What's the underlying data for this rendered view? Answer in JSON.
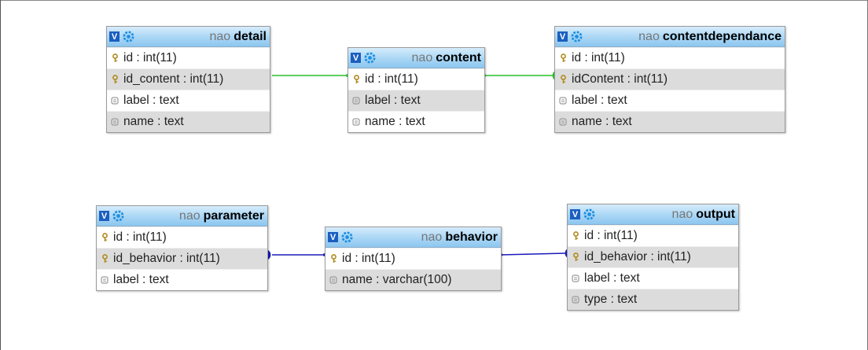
{
  "tables": [
    {
      "key": "detail",
      "db": "nao",
      "name": "detail",
      "columns": [
        {
          "text": "id : int(11)",
          "type": "key"
        },
        {
          "text": "id_content : int(11)",
          "type": "key"
        },
        {
          "text": "label : text",
          "type": "field"
        },
        {
          "text": "name : text",
          "type": "field"
        }
      ]
    },
    {
      "key": "content",
      "db": "nao",
      "name": "content",
      "columns": [
        {
          "text": "id : int(11)",
          "type": "key"
        },
        {
          "text": "label : text",
          "type": "field"
        },
        {
          "text": "name : text",
          "type": "field"
        }
      ]
    },
    {
      "key": "contentdependance",
      "db": "nao",
      "name": "contentdependance",
      "columns": [
        {
          "text": "id : int(11)",
          "type": "key"
        },
        {
          "text": "idContent : int(11)",
          "type": "key"
        },
        {
          "text": "label : text",
          "type": "field"
        },
        {
          "text": "name : text",
          "type": "field"
        }
      ]
    },
    {
      "key": "parameter",
      "db": "nao",
      "name": "parameter",
      "columns": [
        {
          "text": "id : int(11)",
          "type": "key"
        },
        {
          "text": "id_behavior : int(11)",
          "type": "key"
        },
        {
          "text": "label : text",
          "type": "field"
        }
      ]
    },
    {
      "key": "behavior",
      "db": "nao",
      "name": "behavior",
      "columns": [
        {
          "text": "id : int(11)",
          "type": "key"
        },
        {
          "text": "name : varchar(100)",
          "type": "field"
        }
      ]
    },
    {
      "key": "output",
      "db": "nao",
      "name": "output",
      "columns": [
        {
          "text": "id : int(11)",
          "type": "key"
        },
        {
          "text": "id_behavior : int(11)",
          "type": "key"
        },
        {
          "text": "label : text",
          "type": "field"
        },
        {
          "text": "type : text",
          "type": "field"
        }
      ]
    }
  ],
  "relations": [
    {
      "from": "detail.id_content",
      "to": "content.id",
      "color": "#2bbf2b"
    },
    {
      "from": "contentdependance.idContent",
      "to": "content.id",
      "color": "#2bbf2b"
    },
    {
      "from": "parameter.id_behavior",
      "to": "behavior.id",
      "color": "#1a1ab8"
    },
    {
      "from": "output.id_behavior",
      "to": "behavior.id",
      "color": "#1a1ab8"
    }
  ],
  "header_button_label": "V",
  "colors": {
    "header_top": "#d6ecfb",
    "header_bottom": "#8cc6ef",
    "alt_row": "#dcdcdc",
    "key_icon": "#b08a1e",
    "field_icon": "#9a9a9a"
  }
}
